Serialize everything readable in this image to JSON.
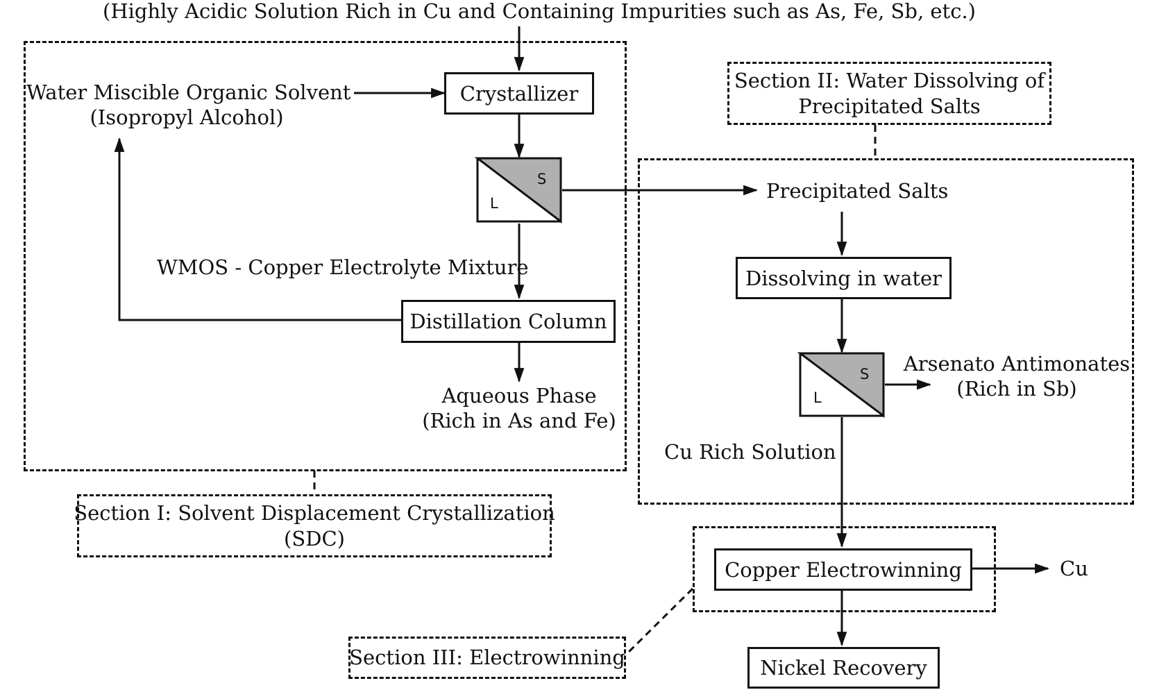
{
  "colors": {
    "line": "#111111",
    "separator_fill": "#b0b0b0",
    "background": "#ffffff"
  },
  "feed": {
    "label": "(Highly Acidic Solution Rich in Cu and Containing Impurities such as As, Fe, Sb, etc.)"
  },
  "solvent": {
    "line1": "Water Miscible Organic Solvent",
    "line2": "(Isopropyl Alcohol)"
  },
  "boxes": {
    "crystallizer": "Crystallizer",
    "distillation": "Distillation Column",
    "dissolving": "Dissolving in water",
    "electrowinning": "Copper Electrowinning",
    "nickel": "Nickel Recovery"
  },
  "separators": {
    "solid_label": "S",
    "liquid_label": "L"
  },
  "flows": {
    "mixture": "WMOS - Copper Electrolyte Mixture",
    "aqueous_line1": "Aqueous Phase",
    "aqueous_line2": "(Rich in As and Fe)",
    "precipitated": "Precipitated Salts",
    "arsenato_line1": "Arsenato Antimonates",
    "arsenato_line2": "(Rich in Sb)",
    "cu_rich": "Cu Rich Solution",
    "cu": "Cu"
  },
  "sections": {
    "s1_line1": "Section I: Solvent Displacement Crystallization",
    "s1_line2": "(SDC)",
    "s2_line1": "Section II: Water Dissolving of",
    "s2_line2": "Precipitated Salts",
    "s3": "Section III: Electrowinning"
  }
}
